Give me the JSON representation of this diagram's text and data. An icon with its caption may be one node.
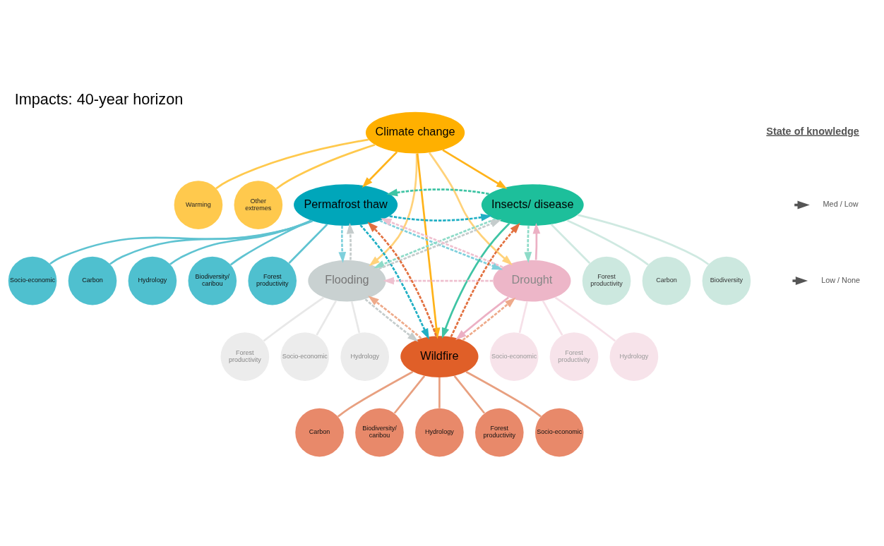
{
  "diagram": {
    "title": "Impacts: 40-year horizon",
    "nodes": [
      {
        "text": [
          "Climate change"
        ]
      },
      {
        "text": [
          "Warming"
        ]
      },
      {
        "text": [
          "Other extremes"
        ]
      },
      {
        "text": [
          "Permafrost thaw"
        ]
      },
      {
        "text": [
          "Carbon"
        ]
      },
      {
        "text": [
          "Hydrology"
        ]
      },
      {
        "text": [
          "Biodiversity/ caribou"
        ]
      },
      {
        "text": [
          "Forest productivity"
        ]
      },
      {
        "text": [
          "Socio-economic"
        ]
      },
      {
        "text": [
          "Insects/ disease"
        ]
      },
      {
        "text": [
          "Carbon"
        ]
      },
      {
        "text": [
          "Biodiversity"
        ]
      },
      {
        "text": [
          "Forest productivity"
        ]
      },
      {
        "text": [
          "Flooding"
        ]
      },
      {
        "text": [
          "Hydrology"
        ]
      },
      {
        "text": [
          "Forest productivity"
        ]
      },
      {
        "text": [
          "Socio-economic"
        ]
      },
      {
        "text": [
          "Drought"
        ]
      },
      {
        "text": [
          "Hydrology"
        ]
      },
      {
        "text": [
          "Socio-economic"
        ]
      },
      {
        "text": [
          "Forest productivity"
        ]
      },
      {
        "text": [
          "Wildfire"
        ]
      },
      {
        "text": [
          "Carbon"
        ]
      },
      {
        "text": [
          "Biodiversity/ caribou"
        ]
      },
      {
        "text": [
          "Hydrology"
        ]
      },
      {
        "text": [
          "Forest productivity"
        ]
      },
      {
        "text": [
          "Socio-economic"
        ]
      }
    ],
    "edges": [
      {
        "from": 0,
        "to": 1,
        "arrow": "none",
        "color": "#ffc94d"
      },
      {
        "from": 0,
        "to": 2,
        "arrow": "none",
        "color": "#ffc94d"
      },
      {
        "from": 3,
        "to": 4,
        "arrow": "none",
        "color": "#5fc3d1"
      },
      {
        "from": 3,
        "to": 5,
        "arrow": "none",
        "color": "#5fc3d1"
      },
      {
        "from": 3,
        "to": 6,
        "arrow": "none",
        "color": "#5fc3d1"
      },
      {
        "from": 3,
        "to": 7,
        "arrow": "none",
        "color": "#5fc3d1"
      },
      {
        "from": 3,
        "to": 8,
        "arrow": "none",
        "color": "#5fc3d1"
      },
      {
        "from": 9,
        "to": 10,
        "arrow": "none",
        "color": "#cfe9e1"
      },
      {
        "from": 9,
        "to": 11,
        "arrow": "none",
        "color": "#cfe9e1"
      },
      {
        "from": 9,
        "to": 12,
        "arrow": "none",
        "color": "#cfe9e1"
      },
      {
        "from": 13,
        "to": 14,
        "arrow": "none",
        "color": "#e8e8e8"
      },
      {
        "from": 13,
        "to": 15,
        "arrow": "none",
        "color": "#e8e8e8"
      },
      {
        "from": 13,
        "to": 16,
        "arrow": "none",
        "color": "#e8e8e8"
      },
      {
        "from": 17,
        "to": 18,
        "arrow": "none",
        "color": "#f6e0e8"
      },
      {
        "from": 17,
        "to": 19,
        "arrow": "none",
        "color": "#f6e0e8"
      },
      {
        "from": 17,
        "to": 20,
        "arrow": "none",
        "color": "#f6e0e8"
      },
      {
        "from": 21,
        "to": 22,
        "arrow": "none",
        "color": "#e8a080"
      },
      {
        "from": 21,
        "to": 23,
        "arrow": "none",
        "color": "#e8a080"
      },
      {
        "from": 21,
        "to": 24,
        "arrow": "none",
        "color": "#e8a080"
      },
      {
        "from": 21,
        "to": 25,
        "arrow": "none",
        "color": "#e8a080"
      },
      {
        "from": 21,
        "to": 26,
        "arrow": "none",
        "color": "#e8a080"
      },
      {
        "from": 0,
        "to": 3,
        "arrow": "to",
        "color": "#ffb31a"
      },
      {
        "from": 0,
        "to": 9,
        "arrow": "to",
        "color": "#ffb31a"
      },
      {
        "from": 0,
        "to": 21,
        "arrow": "to",
        "color": "#ffb31a"
      },
      {
        "from": 0,
        "to": 13,
        "arrow": "to",
        "color": "#ffd27a"
      },
      {
        "from": 0,
        "to": 17,
        "arrow": "to",
        "color": "#ffd27a"
      },
      {
        "from": 3,
        "to": 9,
        "arrow": "to",
        "style": "dashed",
        "color": "#20afc4"
      },
      {
        "from": 3,
        "to": 21,
        "arrow": "to",
        "style": "dashed",
        "color": "#20afc4"
      },
      {
        "from": 3,
        "to": 17,
        "arrow": "to",
        "style": "dashed",
        "color": "#7fd0dc"
      },
      {
        "from": 3,
        "to": 13,
        "arrow": "to",
        "style": "dashed",
        "color": "#7fd0dc"
      },
      {
        "from": 9,
        "to": 3,
        "arrow": "to",
        "style": "dashed",
        "color": "#3fc4a4"
      },
      {
        "from": 9,
        "to": 21,
        "arrow": "to",
        "color": "#3fc4a4"
      },
      {
        "from": 9,
        "to": 13,
        "arrow": "to",
        "style": "dashed",
        "color": "#8edbc8"
      },
      {
        "from": 9,
        "to": 17,
        "arrow": "to",
        "style": "dashed",
        "color": "#8edbc8"
      },
      {
        "from": 13,
        "to": 3,
        "arrow": "to",
        "style": "dashed",
        "color": "#c5cccc"
      },
      {
        "from": 13,
        "to": 9,
        "arrow": "to",
        "style": "dashed",
        "color": "#c5cccc"
      },
      {
        "from": 13,
        "to": 21,
        "arrow": "to",
        "style": "dashed",
        "color": "#c5cccc"
      },
      {
        "from": 17,
        "to": 3,
        "arrow": "to",
        "style": "dashed",
        "color": "#efc1d0"
      },
      {
        "from": 17,
        "to": 13,
        "arrow": "to",
        "style": "dashed",
        "color": "#efc1d0"
      },
      {
        "from": 17,
        "to": 9,
        "arrow": "to",
        "color": "#ecb0c4"
      },
      {
        "from": 17,
        "to": 21,
        "arrow": "to",
        "color": "#ecb0c4"
      },
      {
        "from": 21,
        "to": 3,
        "arrow": "to",
        "style": "dashed",
        "color": "#e2703f"
      },
      {
        "from": 21,
        "to": 9,
        "arrow": "to",
        "style": "dashed",
        "color": "#e2703f"
      },
      {
        "from": 21,
        "to": 13,
        "arrow": "to",
        "style": "dashed",
        "color": "#eeaa8a"
      },
      {
        "from": 21,
        "to": 17,
        "arrow": "to",
        "style": "dashed",
        "color": "#eeaa8a"
      }
    ],
    "labels": [
      "State of knowledge"
    ],
    "legend": [
      {
        "text": "Med / Low"
      },
      {
        "text": "Low / None"
      }
    ]
  }
}
